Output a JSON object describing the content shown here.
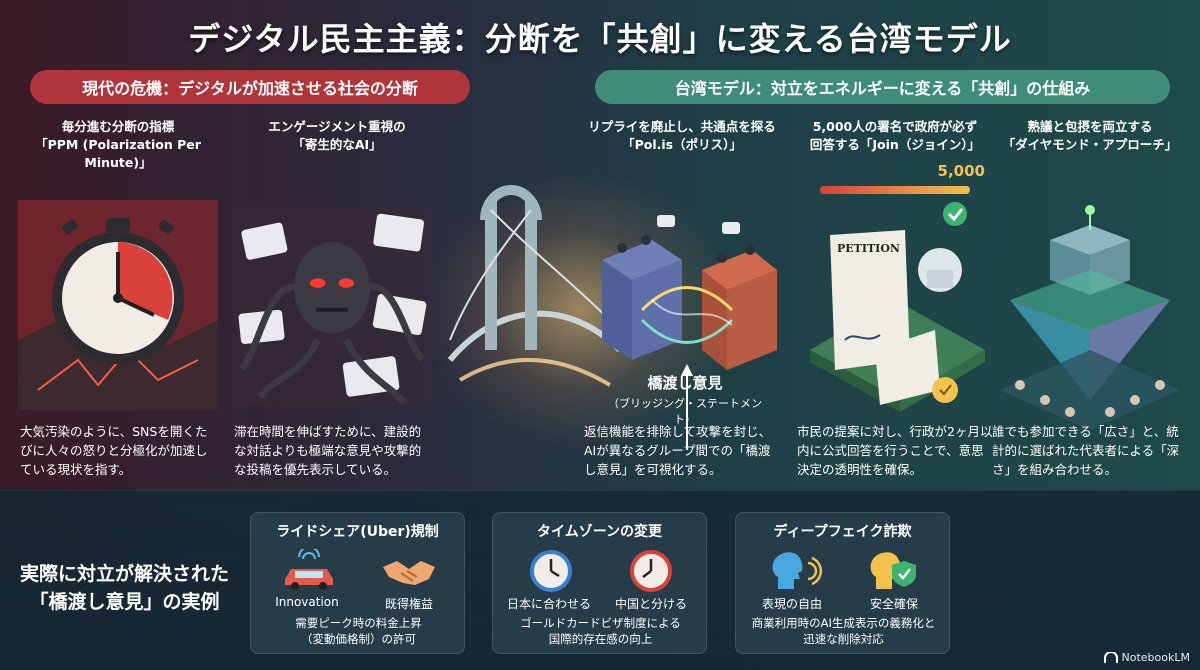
{
  "title": "デジタル民主主義：分断を「共創」に変える台湾モデル",
  "left_section": "現代の危機：デジタルが加速させる社会の分断",
  "right_section": "台湾モデル：対立をエネルギーに変える「共創」の仕組み",
  "columns": [
    {
      "head1": "毎分進む分断の指標",
      "head2": "「PPM (Polarization Per Minute)」",
      "desc": "大気汚染のように、SNSを開くたびに人々の怒りと分極化が加速している現状を指す。"
    },
    {
      "head1": "エンゲージメント重視の",
      "head2": "「寄生的なAI」",
      "desc": "滞在時間を伸ばすために、建設的な対話よりも極端な意見や攻撃的な投稿を優先表示している。"
    },
    {
      "head1": "リプライを廃止し、共通点を探る",
      "head2": "「Pol.is（ポリス）」",
      "desc": "返信機能を排除して攻撃を封じ、AIが異なるグループ間での「橋渡し意見」を可視化する。"
    },
    {
      "head1": "5,000人の署名で政府が必ず",
      "head2": "回答する「Join（ジョイン）」",
      "desc": "市民の提案に対し、行政が2ヶ月以内に公式回答を行うことで、意思決定の透明性を確保。"
    },
    {
      "head1": "熟議と包摂を両立する",
      "head2": "「ダイヤモンド・アプローチ」",
      "desc": "誰でも参加できる「広さ」と、統計的に選ばれた代表者による「深さ」を組み合わせる。"
    }
  ],
  "bridge_caption": {
    "main": "橋渡し意見",
    "sub": "（ブリッジング・ステートメント）"
  },
  "join_count": "5,000",
  "petition_label": "PETITION",
  "examples_label": {
    "line1": "実際に対立が解決された",
    "line2": "「橋渡し意見」の実例"
  },
  "examples": [
    {
      "title": "ライドシェア(Uber)規制",
      "left_label": "Innovation",
      "right_label": "既得権益",
      "desc1": "需要ピーク時の料金上昇",
      "desc2": "（変動価格制）の許可"
    },
    {
      "title": "タイムゾーンの変更",
      "left_label": "日本に合わせる",
      "right_label": "中国と分ける",
      "desc1": "ゴールドカードビザ制度による",
      "desc2": "国際的存在感の向上"
    },
    {
      "title": "ディープフェイク詐欺",
      "left_label": "表現の自由",
      "right_label": "安全確保",
      "desc1": "商業利用時のAI生成表示の義務化と",
      "desc2": "迅速な削除対応"
    }
  ],
  "brand": "NotebookLM",
  "colors": {
    "crisis": "#b0353a",
    "taiwan": "#3f8d78",
    "accent": "#f2c14e"
  }
}
